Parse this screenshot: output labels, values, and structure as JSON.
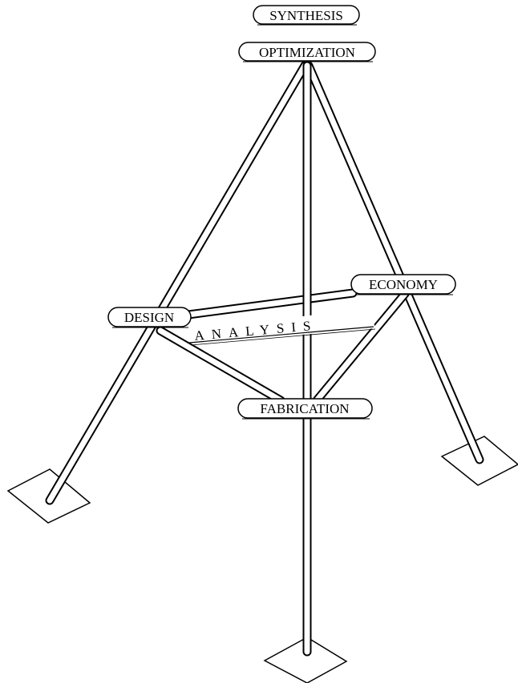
{
  "labels": {
    "synthesis": "SYNTHESIS",
    "optimization": "OPTIMIZATION",
    "economy": "ECONOMY",
    "design": "DESIGN",
    "analysis": "ANALYSIS",
    "fabrication": "FABRICATION"
  }
}
